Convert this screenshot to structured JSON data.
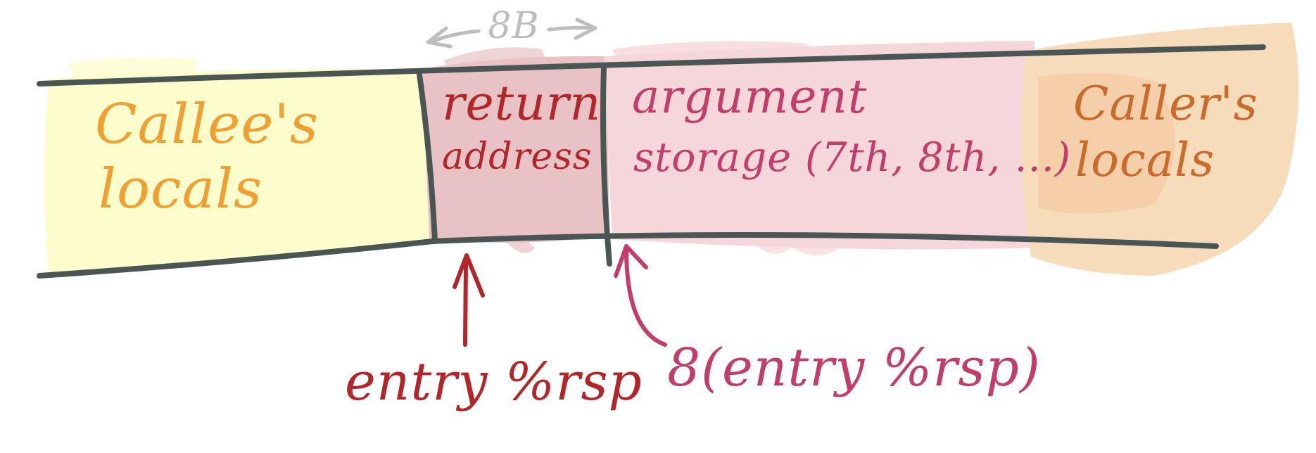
{
  "size_label": "8B",
  "regions": {
    "callee": {
      "label_line1": "Callee's",
      "label_line2": "locals"
    },
    "return": {
      "label_line1": "return",
      "label_line2": "address"
    },
    "args": {
      "label_line1": "argument",
      "label_line2": "storage (7th, 8th, ...)"
    },
    "caller": {
      "label_line1": "Caller's",
      "label_line2": "locals"
    }
  },
  "pointers": {
    "entry_rsp": "entry %rsp",
    "arg_offset": "8(entry %rsp)"
  },
  "colors": {
    "outline": "#4b5654",
    "callee_fill": "#fcfccd",
    "callee_text": "#f0a030",
    "return_fill": "#e8c2c4",
    "return_text": "#b2262a",
    "args_fill": "#f5d6da",
    "args_text": "#c23d6a",
    "caller_fill": "#f7dcbc",
    "caller_text": "#cc6a2a",
    "size_arrow": "#bdbdbd"
  }
}
